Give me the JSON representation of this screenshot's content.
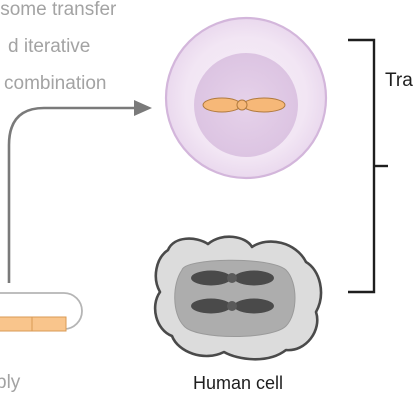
{
  "diagram": {
    "process_label": {
      "line1": "isome transfer",
      "line2": "d iterative",
      "line3": "combination"
    },
    "assembly_label": "bly",
    "human_cell_label": "Human cell",
    "bracket_label": "Tra",
    "colors": {
      "chromosome_orange": "#f6b878",
      "chromosome_gray": "#4a4a4a",
      "yeast_cell_border": "#d3b6db",
      "human_cell_fill": "#dcdcdc",
      "nucleus_fill": "#adadad",
      "arrow_gray": "#7a7a7a",
      "text_gray": "#a3a3a3",
      "bracket": "#1e1e1e"
    }
  }
}
